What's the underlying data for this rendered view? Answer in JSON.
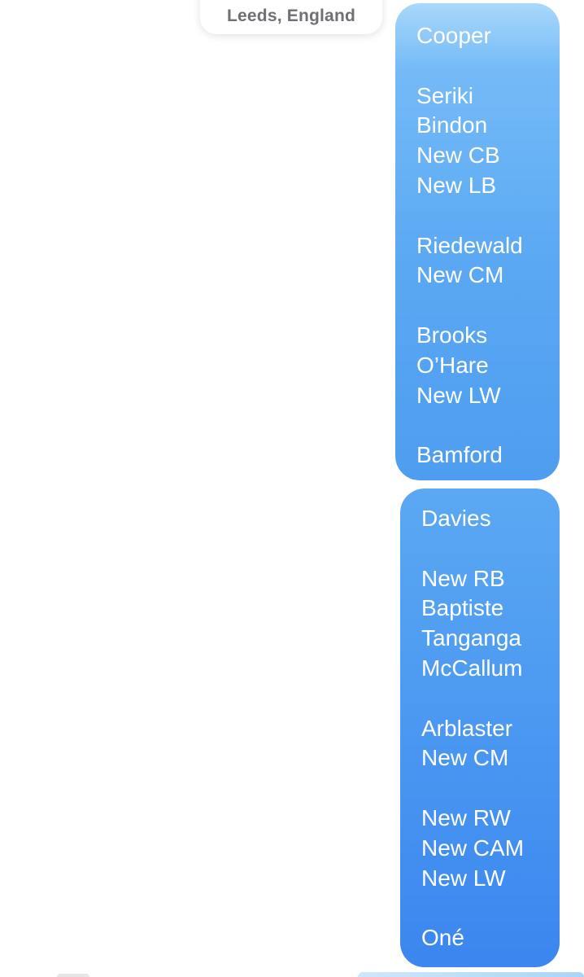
{
  "location": {
    "text": "Leeds, England"
  },
  "messages": [
    {
      "lines": [
        "Cooper",
        "",
        "Seriki",
        "Bindon",
        "New CB",
        "New LB",
        "",
        "Riedewald",
        "New CM",
        "",
        "Brooks",
        "O’Hare",
        "New LW",
        "",
        "Bamford"
      ]
    },
    {
      "lines": [
        "Davies",
        "",
        "New RB",
        "Baptiste",
        "Tanganga",
        "McCallum",
        "",
        "Arblaster",
        "New CM",
        "",
        "New RW",
        "New CAM",
        "New LW",
        "",
        "Oné"
      ]
    }
  ],
  "colors": {
    "bubble_top": "#a9d8fb",
    "bubble_main": "#5aa8f3",
    "bubble_bottom": "#3b86ef",
    "text_on_bubble": "#ffffff",
    "location_text": "#6f6f74"
  }
}
